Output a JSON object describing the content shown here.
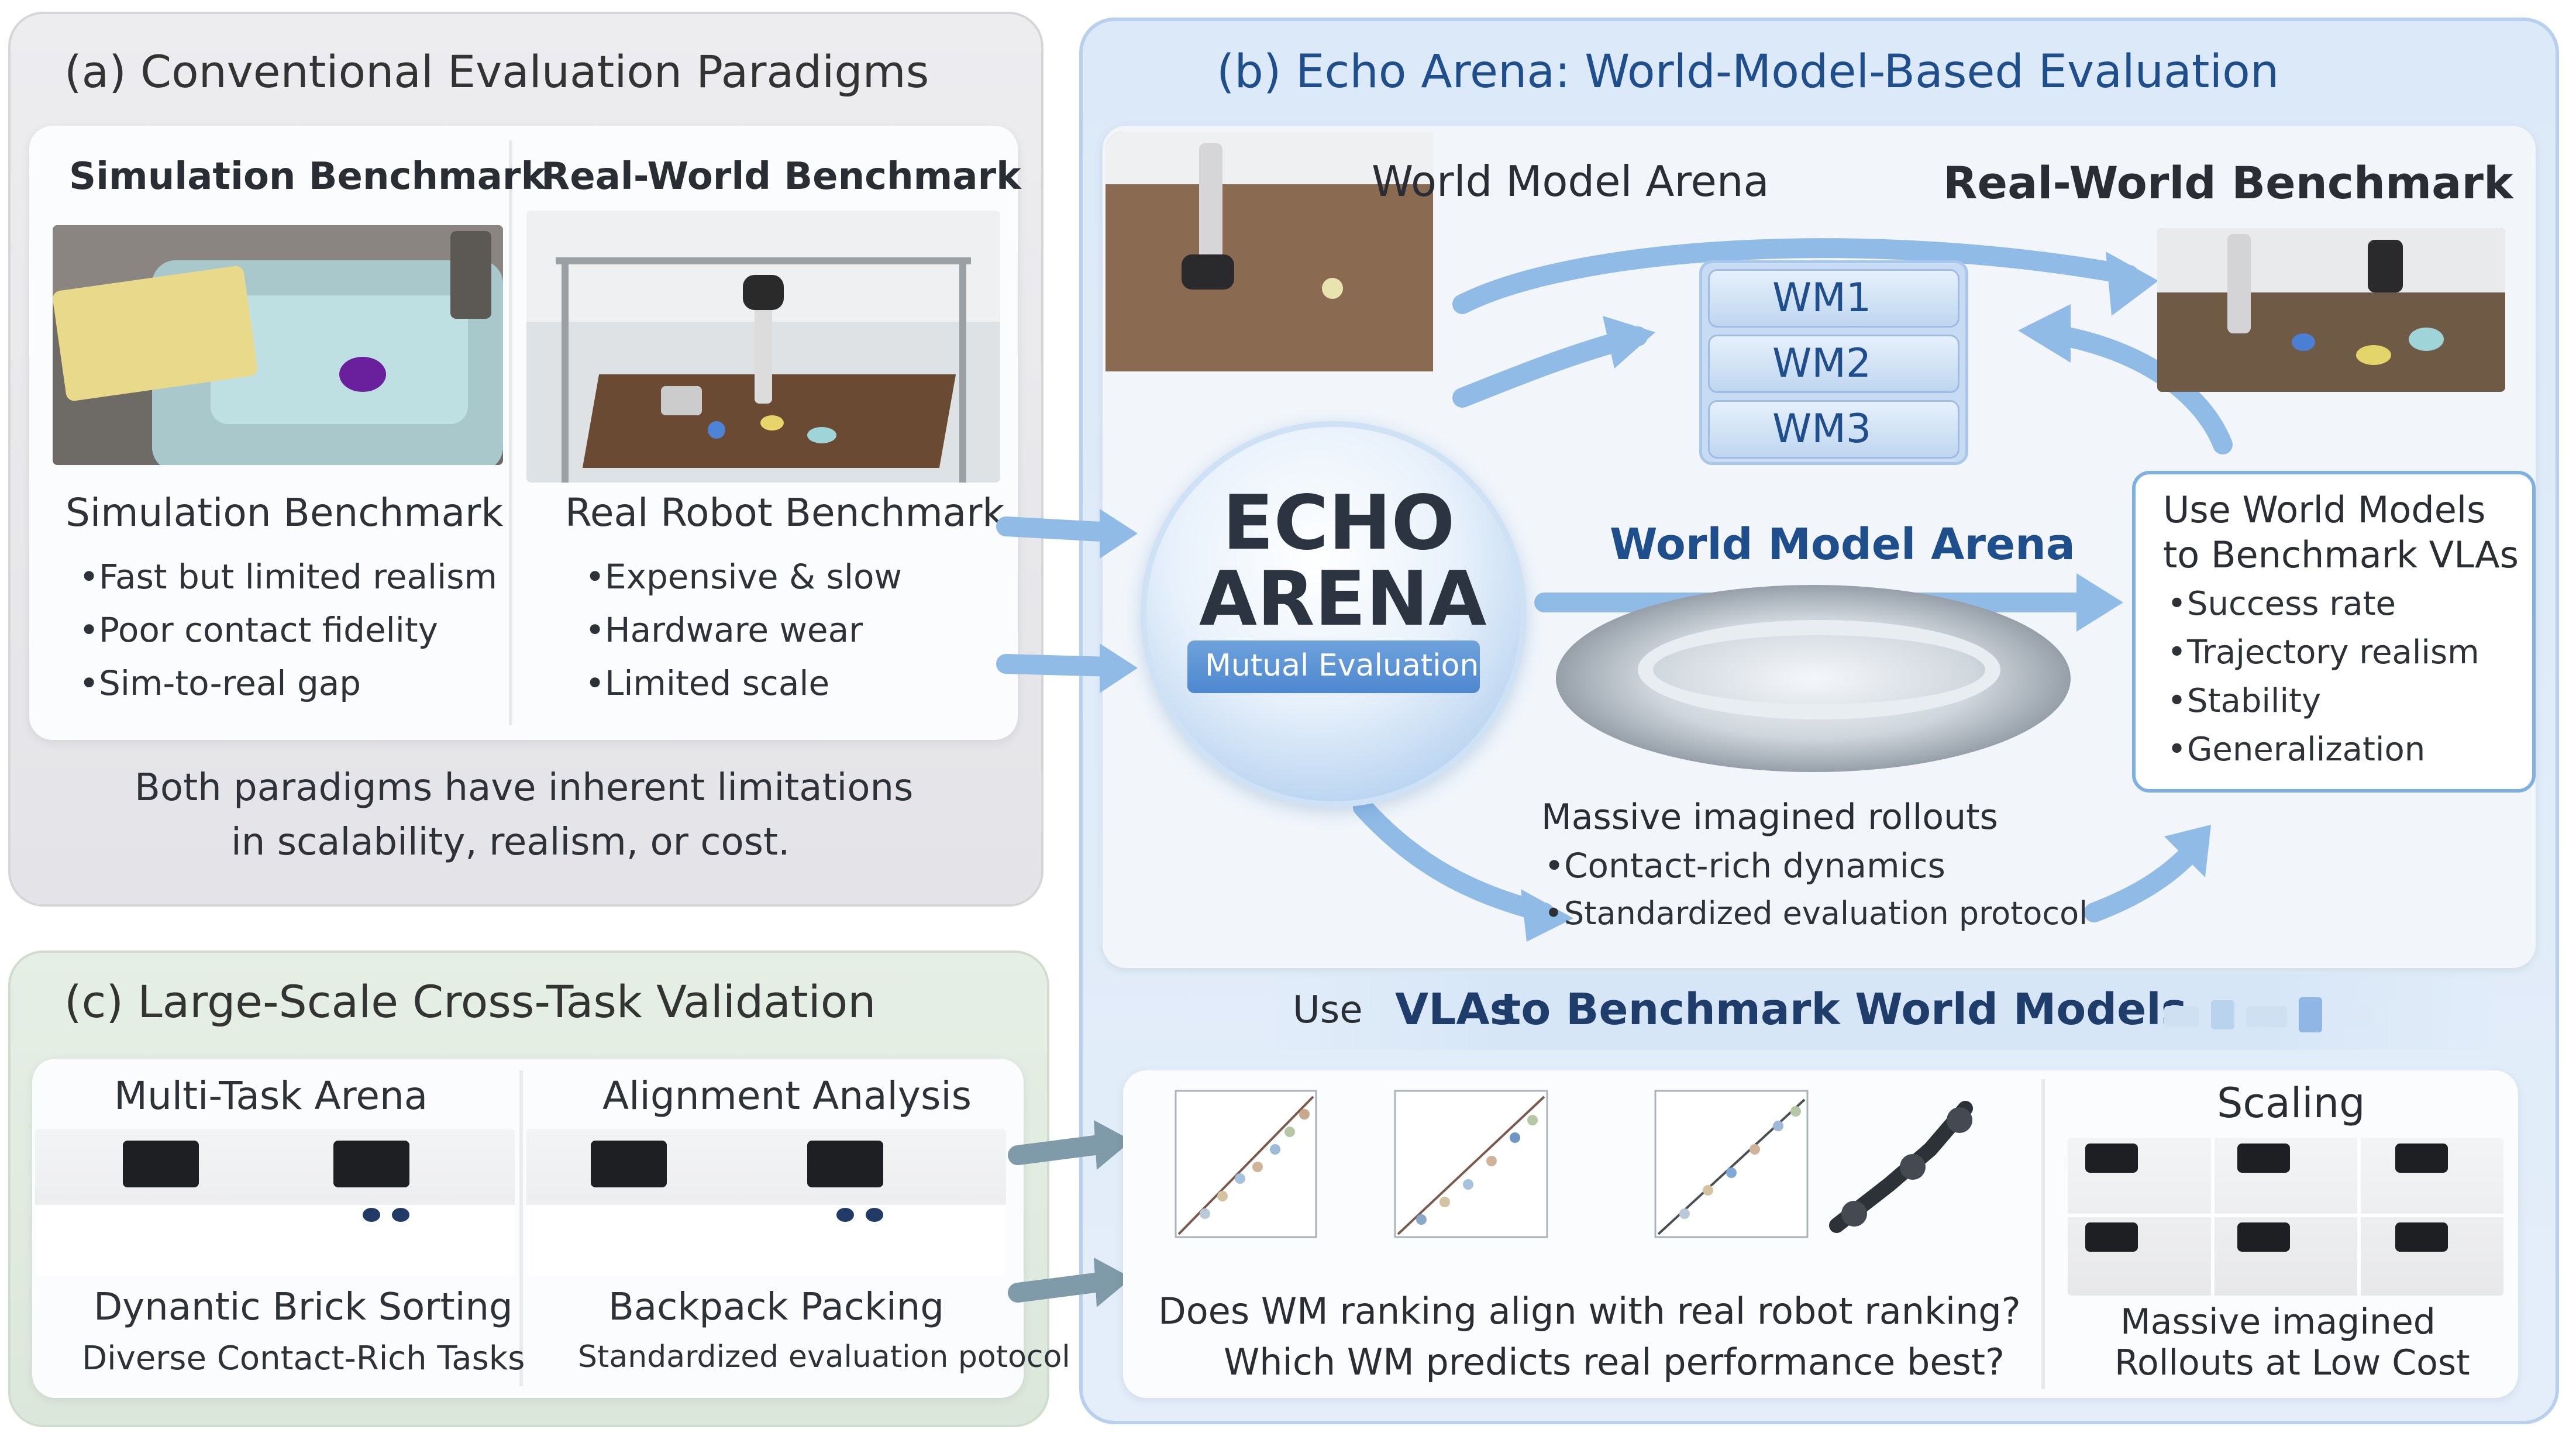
{
  "panel_a": {
    "title": "(a) Conventional Evaluation Paradigms",
    "sim_header": "Simulation Benchmark",
    "real_header": "Real-World Benchmark",
    "sim_caption": "Simulation Benchmark",
    "real_caption": "Real Robot Benchmark",
    "sim_bullets": [
      "Fast but limited realism",
      "Poor contact fidelity",
      "Sim-to-real gap"
    ],
    "real_bullets": [
      "Expensive & slow",
      "Hardware wear",
      "Limited scale"
    ],
    "summary_line1": "Both paradigms have inherent limitations",
    "summary_line2": "in scalability, realism, or cost."
  },
  "panel_b": {
    "title": "(b) Echo Arena: World-Model-Based Evaluation",
    "wm_arena_label": "World Model Arena",
    "real_world_label": "Real-World Benchmark",
    "wm_stack": [
      "WM1",
      "WM2",
      "WM3"
    ],
    "echo_line1": "ECHO",
    "echo_line2": "ARENA",
    "echo_sub": "Mutual Evaluation",
    "wm_arena_center": "World Model Arena",
    "benchmark_box_title1": "Use World Models",
    "benchmark_box_title2": "to Benchmark VLAs",
    "benchmark_box_bullets": [
      "Success rate",
      "Trajectory realism",
      "Stability",
      "Generalization"
    ],
    "rollouts_title": "Massive imagined rollouts",
    "rollouts_bullets": [
      "Contact-rich dynamics",
      "Standardized evaluation protocol"
    ],
    "use_prefix": "Use",
    "use_vlas": "VLAs",
    "use_suffix": "to Benchmark World Models",
    "question1": "Does WM ranking align with real robot ranking?",
    "question2": "Which WM predicts real performance best?",
    "scaling_title": "Scaling",
    "scaling_caption1": "Massive imagined",
    "scaling_caption2": "Rollouts at Low Cost"
  },
  "panel_c": {
    "title": "(c) Large-Scale Cross-Task Validation",
    "multi_task": "Multi-Task Arena",
    "alignment": "Alignment Analysis",
    "task1": "Dynantic Brick Sorting",
    "task1_sub": "Diverse Contact-Rich Tasks",
    "task2": "Backpack Packing",
    "task2_sub": "Standardized evaluation potocol"
  },
  "colors": {
    "panel_a_bg": "#e9e9ec",
    "panel_b_bg": "#dbe9f8",
    "panel_c_bg": "#e3ece3",
    "accent_blue": "#1f4e8c",
    "arrow_blue": "#8fbbe6"
  }
}
